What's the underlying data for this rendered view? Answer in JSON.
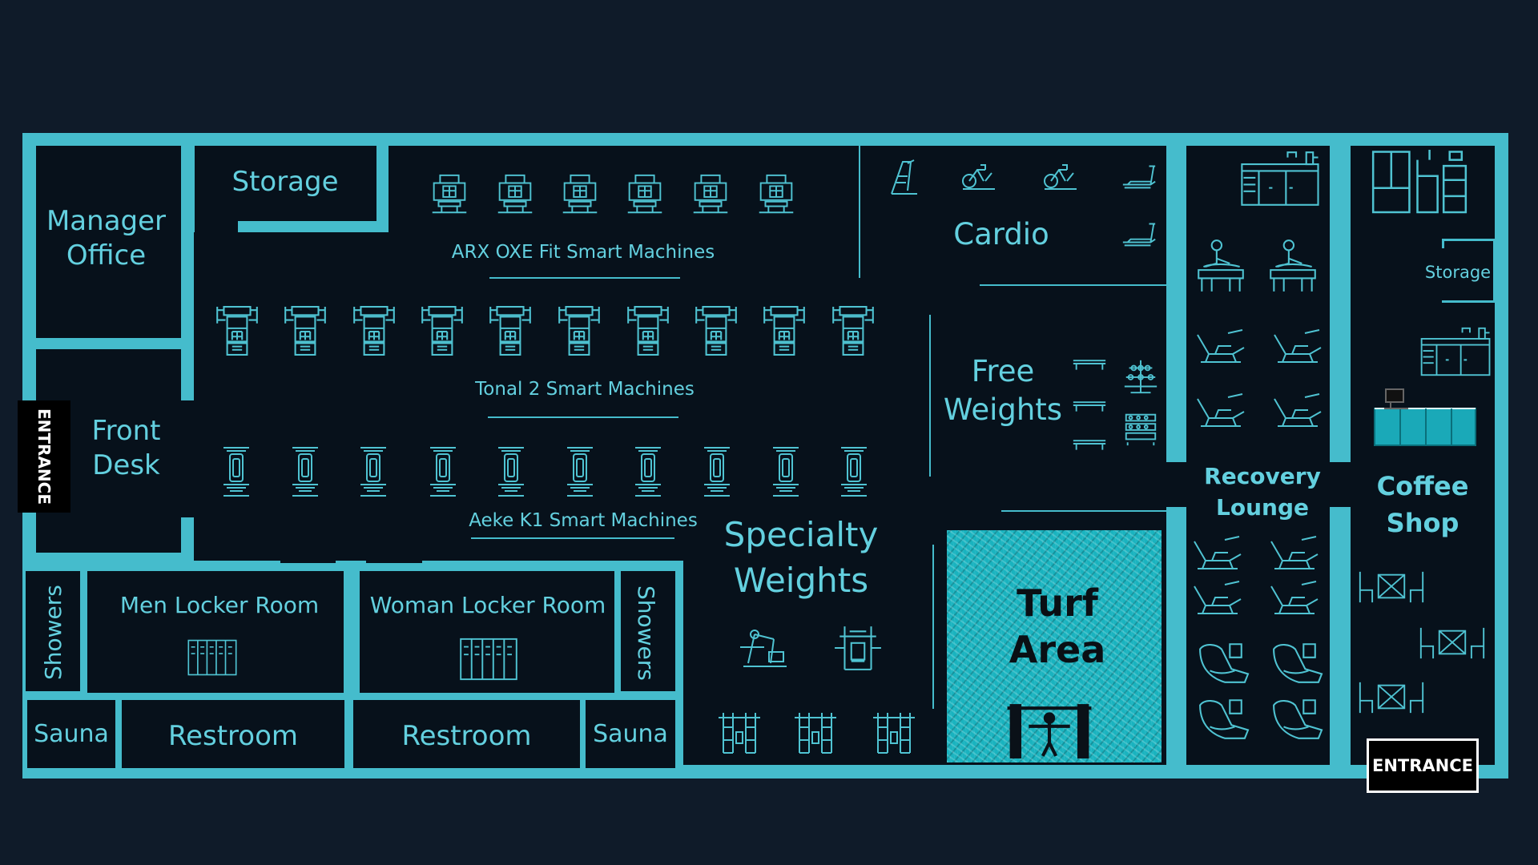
{
  "floorplan": {
    "rooms": {
      "manager_office": "Manager\nOffice",
      "storage_main": "Storage",
      "front_desk": "Front\nDesk",
      "cardio": "Cardio",
      "free_weights": "Free\nWeights",
      "specialty_weights": "Specialty\nWeights",
      "turf_area": "Turf\nArea",
      "recovery_lounge": "Recovery\nLounge",
      "coffee_shop": "Coffee\nShop",
      "storage_coffee": "Storage",
      "men_locker_room": "Men Locker Room",
      "woman_locker_room": "Woman Locker Room",
      "showers_left": "Showers",
      "showers_right": "Showers",
      "sauna_left": "Sauna",
      "sauna_right": "Sauna",
      "restroom_left": "Restroom",
      "restroom_right": "Restroom"
    },
    "zones": {
      "arx": "ARX OXE Fit Smart Machines",
      "tonal": "Tonal 2 Smart Machines",
      "aeke": "Aeke K1 Smart Machines"
    },
    "entrances": {
      "left": "ENTRANCE",
      "right": "ENTRANCE"
    },
    "colors": {
      "background": "#0f1b29",
      "walls": "#45bccc",
      "floor": "#07111b",
      "text": "#63d0df",
      "turf": "#19b3bf"
    }
  }
}
